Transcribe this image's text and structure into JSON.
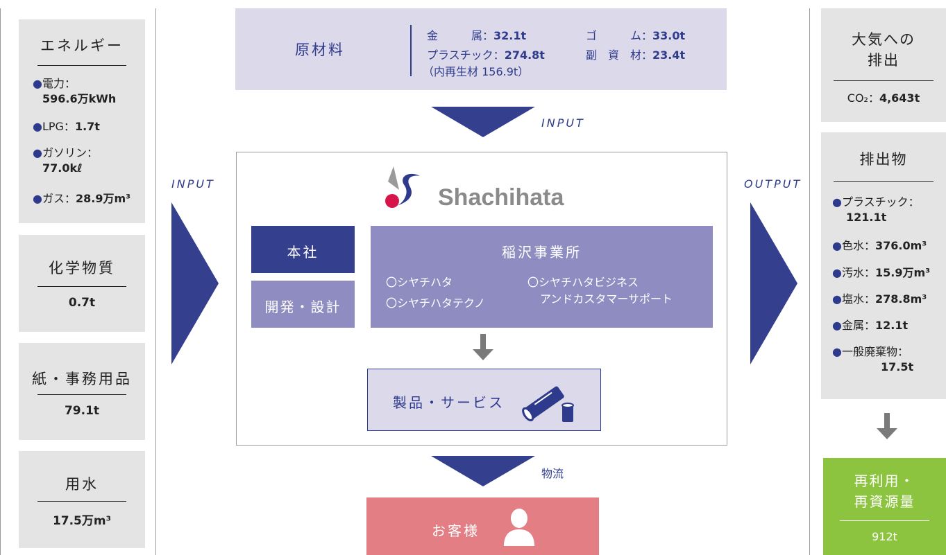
{
  "colors": {
    "navy": "#2e3a8c",
    "lavender": "#dcdaea",
    "purple_box": "#8e8cc0",
    "navy_box": "#343f8e",
    "gray_box": "#e4e4e4",
    "pink": "#e37e84",
    "green": "#8cc43f"
  },
  "left": {
    "energy": {
      "title": "エネルギー",
      "items": [
        {
          "label": "電力：",
          "value": "596.6万kWh"
        },
        {
          "label": "LPG：",
          "value": "1.7t"
        },
        {
          "label": "ガソリン：",
          "value": "77.0kℓ"
        },
        {
          "label": "ガス：",
          "value": "28.9万m³"
        }
      ]
    },
    "chemicals": {
      "title": "化学物質",
      "value": "0.7t"
    },
    "paper": {
      "title": "紙・事務用品",
      "value": "79.1t"
    },
    "water": {
      "title": "用水",
      "value": "17.5万m³"
    }
  },
  "materials": {
    "title": "原材料",
    "metal_label": "金　　　属：",
    "metal_value": "32.1t",
    "rubber_label": "ゴ　　　ム：",
    "rubber_value": "33.0t",
    "plastic_label": "プラスチック：",
    "plastic_value": "274.8t",
    "sub_label": "副　資　材：",
    "sub_value": "23.4t",
    "recycled_note": "（内再生材 156.9t）"
  },
  "arrows": {
    "input_top": "INPUT",
    "input_left": "INPUT",
    "output_right": "OUTPUT",
    "logistics": "物流"
  },
  "center": {
    "logo_text": "Shachihata",
    "hq": "本社",
    "dev": "開発・設計",
    "inazawa": {
      "title": "稲沢事業所",
      "item1": "〇シヤチハタ",
      "item2": "〇シヤチハタテクノ",
      "item3_line1": "〇シヤチハタビジネス",
      "item3_line2": "アンドカスタマーサポート"
    },
    "product": "製品・サービス"
  },
  "customer": "お客様",
  "right": {
    "air": {
      "title_line1": "大気への",
      "title_line2": "排出",
      "label": "CO₂：",
      "value": "4,643t"
    },
    "emissions": {
      "title": "排出物",
      "items": [
        {
          "label": "プラスチック：",
          "value": "121.1t"
        },
        {
          "label": "色水：",
          "value": "376.0m³"
        },
        {
          "label": "汚水：",
          "value": "15.9万m³"
        },
        {
          "label": "塩水：",
          "value": "278.8m³"
        },
        {
          "label": "金属：",
          "value": "12.1t"
        },
        {
          "label": "一般廃棄物：",
          "value": "17.5t"
        }
      ]
    },
    "recycle": {
      "title_line1": "再利用・",
      "title_line2": "再資源量",
      "value": "912t"
    }
  }
}
